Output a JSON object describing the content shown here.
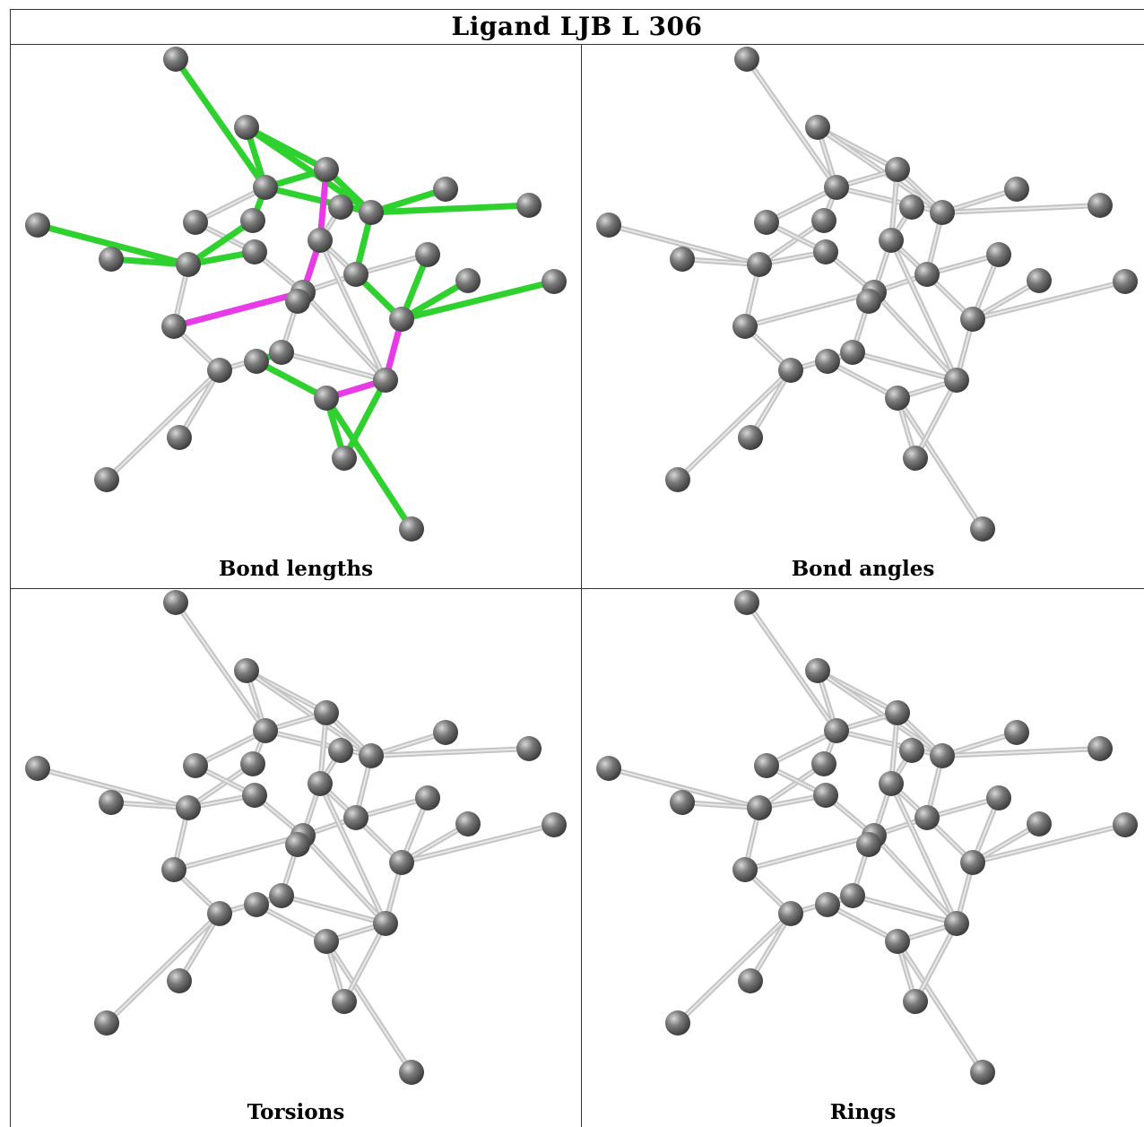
{
  "title": "Ligand LJB L 306",
  "colors": {
    "atom": "#7a7a7a",
    "bond_default": "#c4c4c4",
    "bond_green": "#2fd12f",
    "bond_magenta": "#e83be8",
    "border": "#333333"
  },
  "panels": [
    {
      "caption": "Bond lengths",
      "highlight": true
    },
    {
      "caption": "Bond angles",
      "highlight": false
    },
    {
      "caption": "Torsions",
      "highlight": false
    },
    {
      "caption": "Rings",
      "highlight": false
    }
  ]
}
